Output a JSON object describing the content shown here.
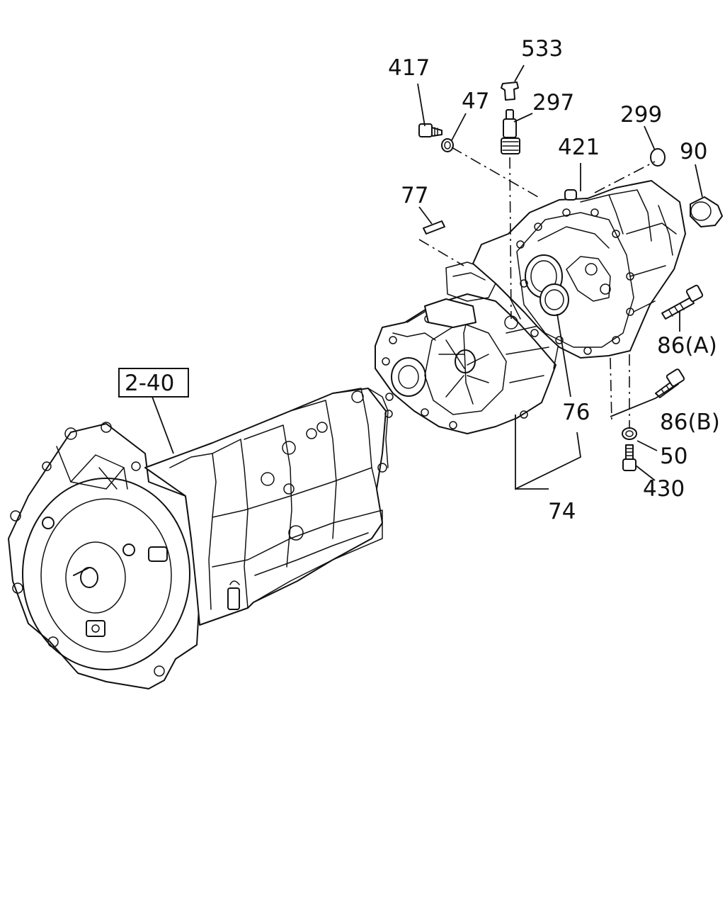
{
  "diagram": {
    "labels": {
      "p417": "417",
      "p533": "533",
      "p47": "47",
      "p297": "297",
      "p299": "299",
      "p90": "90",
      "p421": "421",
      "p77": "77",
      "p86a": "86(A)",
      "p2_40": "2-40",
      "p86b": "86(B)",
      "p76": "76",
      "p50": "50",
      "p430": "430",
      "p74": "74"
    }
  }
}
